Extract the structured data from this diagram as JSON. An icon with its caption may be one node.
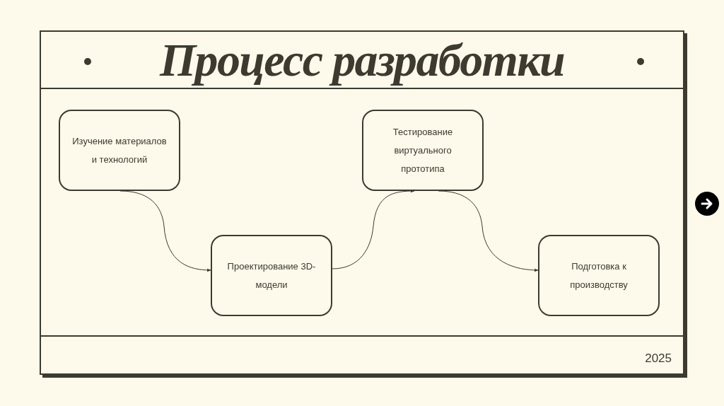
{
  "diagram": {
    "title": "Процесс разработки",
    "nodes": [
      {
        "text": [
          "Изучение материалов и технологий"
        ]
      },
      {
        "text": [
          "Проектирование 3D-модели"
        ]
      },
      {
        "text": [
          "Тестирование виртуального прототипа"
        ]
      },
      {
        "text": [
          "Подготовка к производству"
        ]
      }
    ],
    "edges": [
      {
        "from": 0,
        "to": 1,
        "arrow": "to"
      },
      {
        "from": 1,
        "to": 2,
        "arrow": "to"
      },
      {
        "from": 2,
        "to": 3,
        "arrow": "to"
      }
    ],
    "labels": [
      "2025"
    ]
  }
}
